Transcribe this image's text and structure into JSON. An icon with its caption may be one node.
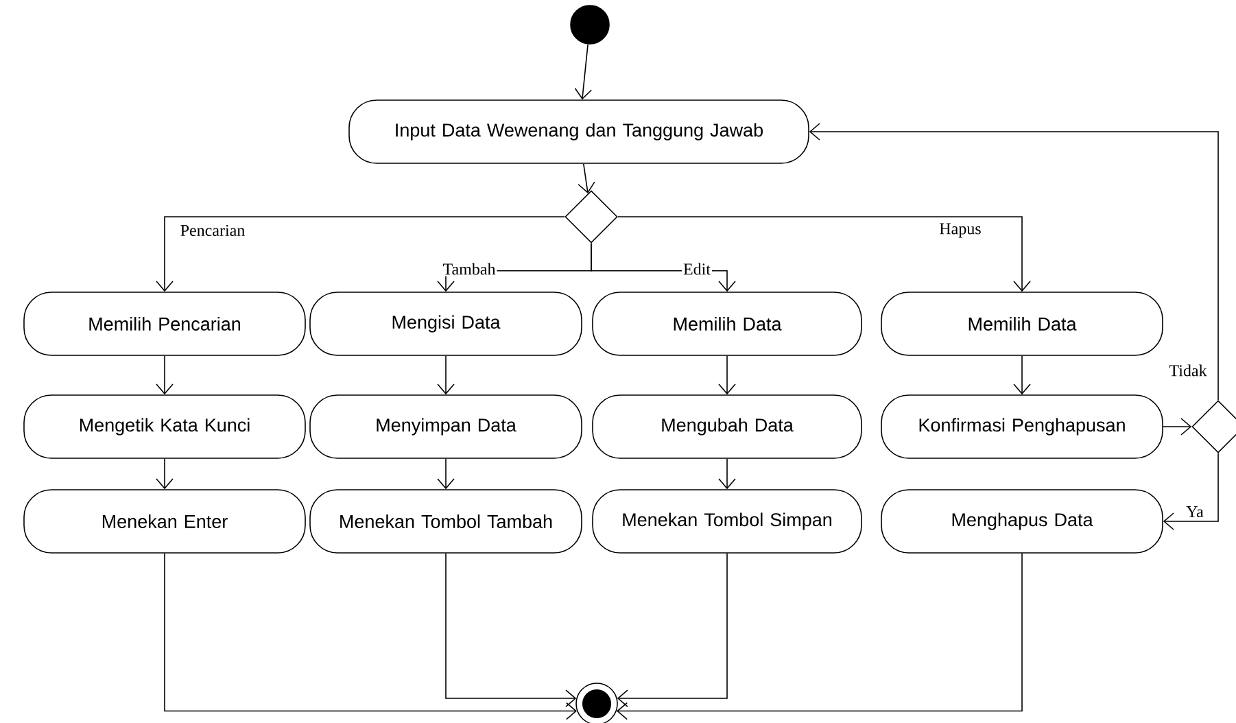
{
  "diagram": {
    "nodes": [
      {
        "text": [],
        "shape": "circle"
      },
      {
        "text": [
          "Input Data Wewenang dan Tanggung Jawab"
        ]
      },
      {
        "text": [],
        "shape": "diamond"
      },
      {
        "text": [
          "Memilih Pencarian"
        ]
      },
      {
        "text": [
          "Mengetik Kata Kunci"
        ]
      },
      {
        "text": [
          "Menekan Enter"
        ]
      },
      {
        "text": [
          "Mengisi Data"
        ]
      },
      {
        "text": [
          "Menyimpan Data"
        ]
      },
      {
        "text": [
          "Menekan Tombol Tambah"
        ]
      },
      {
        "text": [
          "Memilih Data"
        ]
      },
      {
        "text": [
          "Mengubah Data"
        ]
      },
      {
        "text": [
          "Menekan Tombol Simpan"
        ]
      },
      {
        "text": [
          "Memilih Data"
        ]
      },
      {
        "text": [
          "Konfirmasi Penghapusan"
        ]
      },
      {
        "text": [
          "Menghapus Data"
        ]
      },
      {
        "text": [],
        "shape": "diamond"
      },
      {
        "text": [],
        "shape": "circle"
      }
    ],
    "edges": [
      {
        "from": 0,
        "to": 1,
        "arrow": "to"
      },
      {
        "from": 1,
        "to": 2,
        "arrow": "to"
      },
      {
        "from": 2,
        "to": 3,
        "arrow": "to",
        "label": "Pencarian"
      },
      {
        "from": 2,
        "to": 6,
        "arrow": "to",
        "label": "Tambah"
      },
      {
        "from": 2,
        "to": 9,
        "arrow": "to",
        "label": "Edit"
      },
      {
        "from": 2,
        "to": 12,
        "arrow": "to",
        "label": "Hapus"
      },
      {
        "from": 3,
        "to": 4,
        "arrow": "to"
      },
      {
        "from": 4,
        "to": 5,
        "arrow": "to"
      },
      {
        "from": 6,
        "to": 7,
        "arrow": "to"
      },
      {
        "from": 7,
        "to": 8,
        "arrow": "to"
      },
      {
        "from": 9,
        "to": 10,
        "arrow": "to"
      },
      {
        "from": 10,
        "to": 11,
        "arrow": "to"
      },
      {
        "from": 12,
        "to": 13,
        "arrow": "to"
      },
      {
        "from": 13,
        "to": 15,
        "arrow": "to"
      },
      {
        "from": 15,
        "to": 1,
        "arrow": "to",
        "label": "Tidak"
      },
      {
        "from": 15,
        "to": 14,
        "arrow": "to",
        "label": "Ya"
      },
      {
        "from": 5,
        "to": 16,
        "arrow": "to"
      },
      {
        "from": 8,
        "to": 16,
        "arrow": "to"
      },
      {
        "from": 11,
        "to": 16,
        "arrow": "to"
      },
      {
        "from": 14,
        "to": 16,
        "arrow": "to"
      }
    ]
  }
}
